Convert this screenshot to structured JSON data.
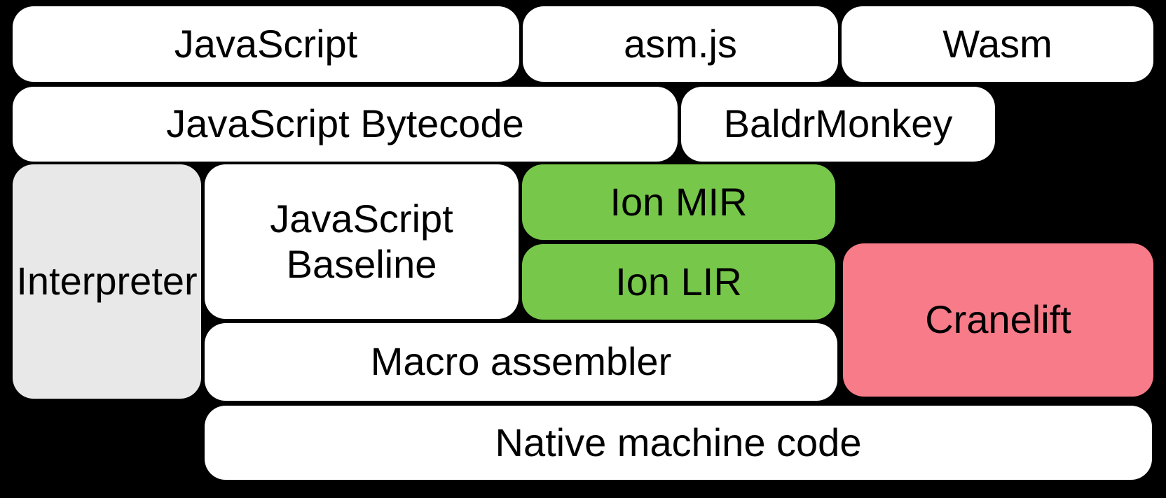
{
  "diagram": {
    "title": "SpiderMonkey compilation pipeline",
    "background_color": "#000000",
    "colors": {
      "default_box": "#ffffff",
      "interpreter_box": "#e8e8e8",
      "ion_box": "#77c74a",
      "cranelift_box": "#f77b88",
      "text": "#000000"
    },
    "boxes": [
      {
        "id": "javascript",
        "label": "JavaScript"
      },
      {
        "id": "asmjs",
        "label": "asm.js"
      },
      {
        "id": "wasm",
        "label": "Wasm"
      },
      {
        "id": "bytecode",
        "label": "JavaScript Bytecode"
      },
      {
        "id": "baldrmonkey",
        "label": "BaldrMonkey"
      },
      {
        "id": "interpreter",
        "label": "Interpreter"
      },
      {
        "id": "baseline",
        "label": "JavaScript Baseline"
      },
      {
        "id": "ionmir",
        "label": "Ion MIR"
      },
      {
        "id": "ionlir",
        "label": "Ion LIR"
      },
      {
        "id": "cranelift",
        "label": "Cranelift"
      },
      {
        "id": "macro",
        "label": "Macro assembler"
      },
      {
        "id": "native",
        "label": "Native machine code"
      }
    ]
  }
}
